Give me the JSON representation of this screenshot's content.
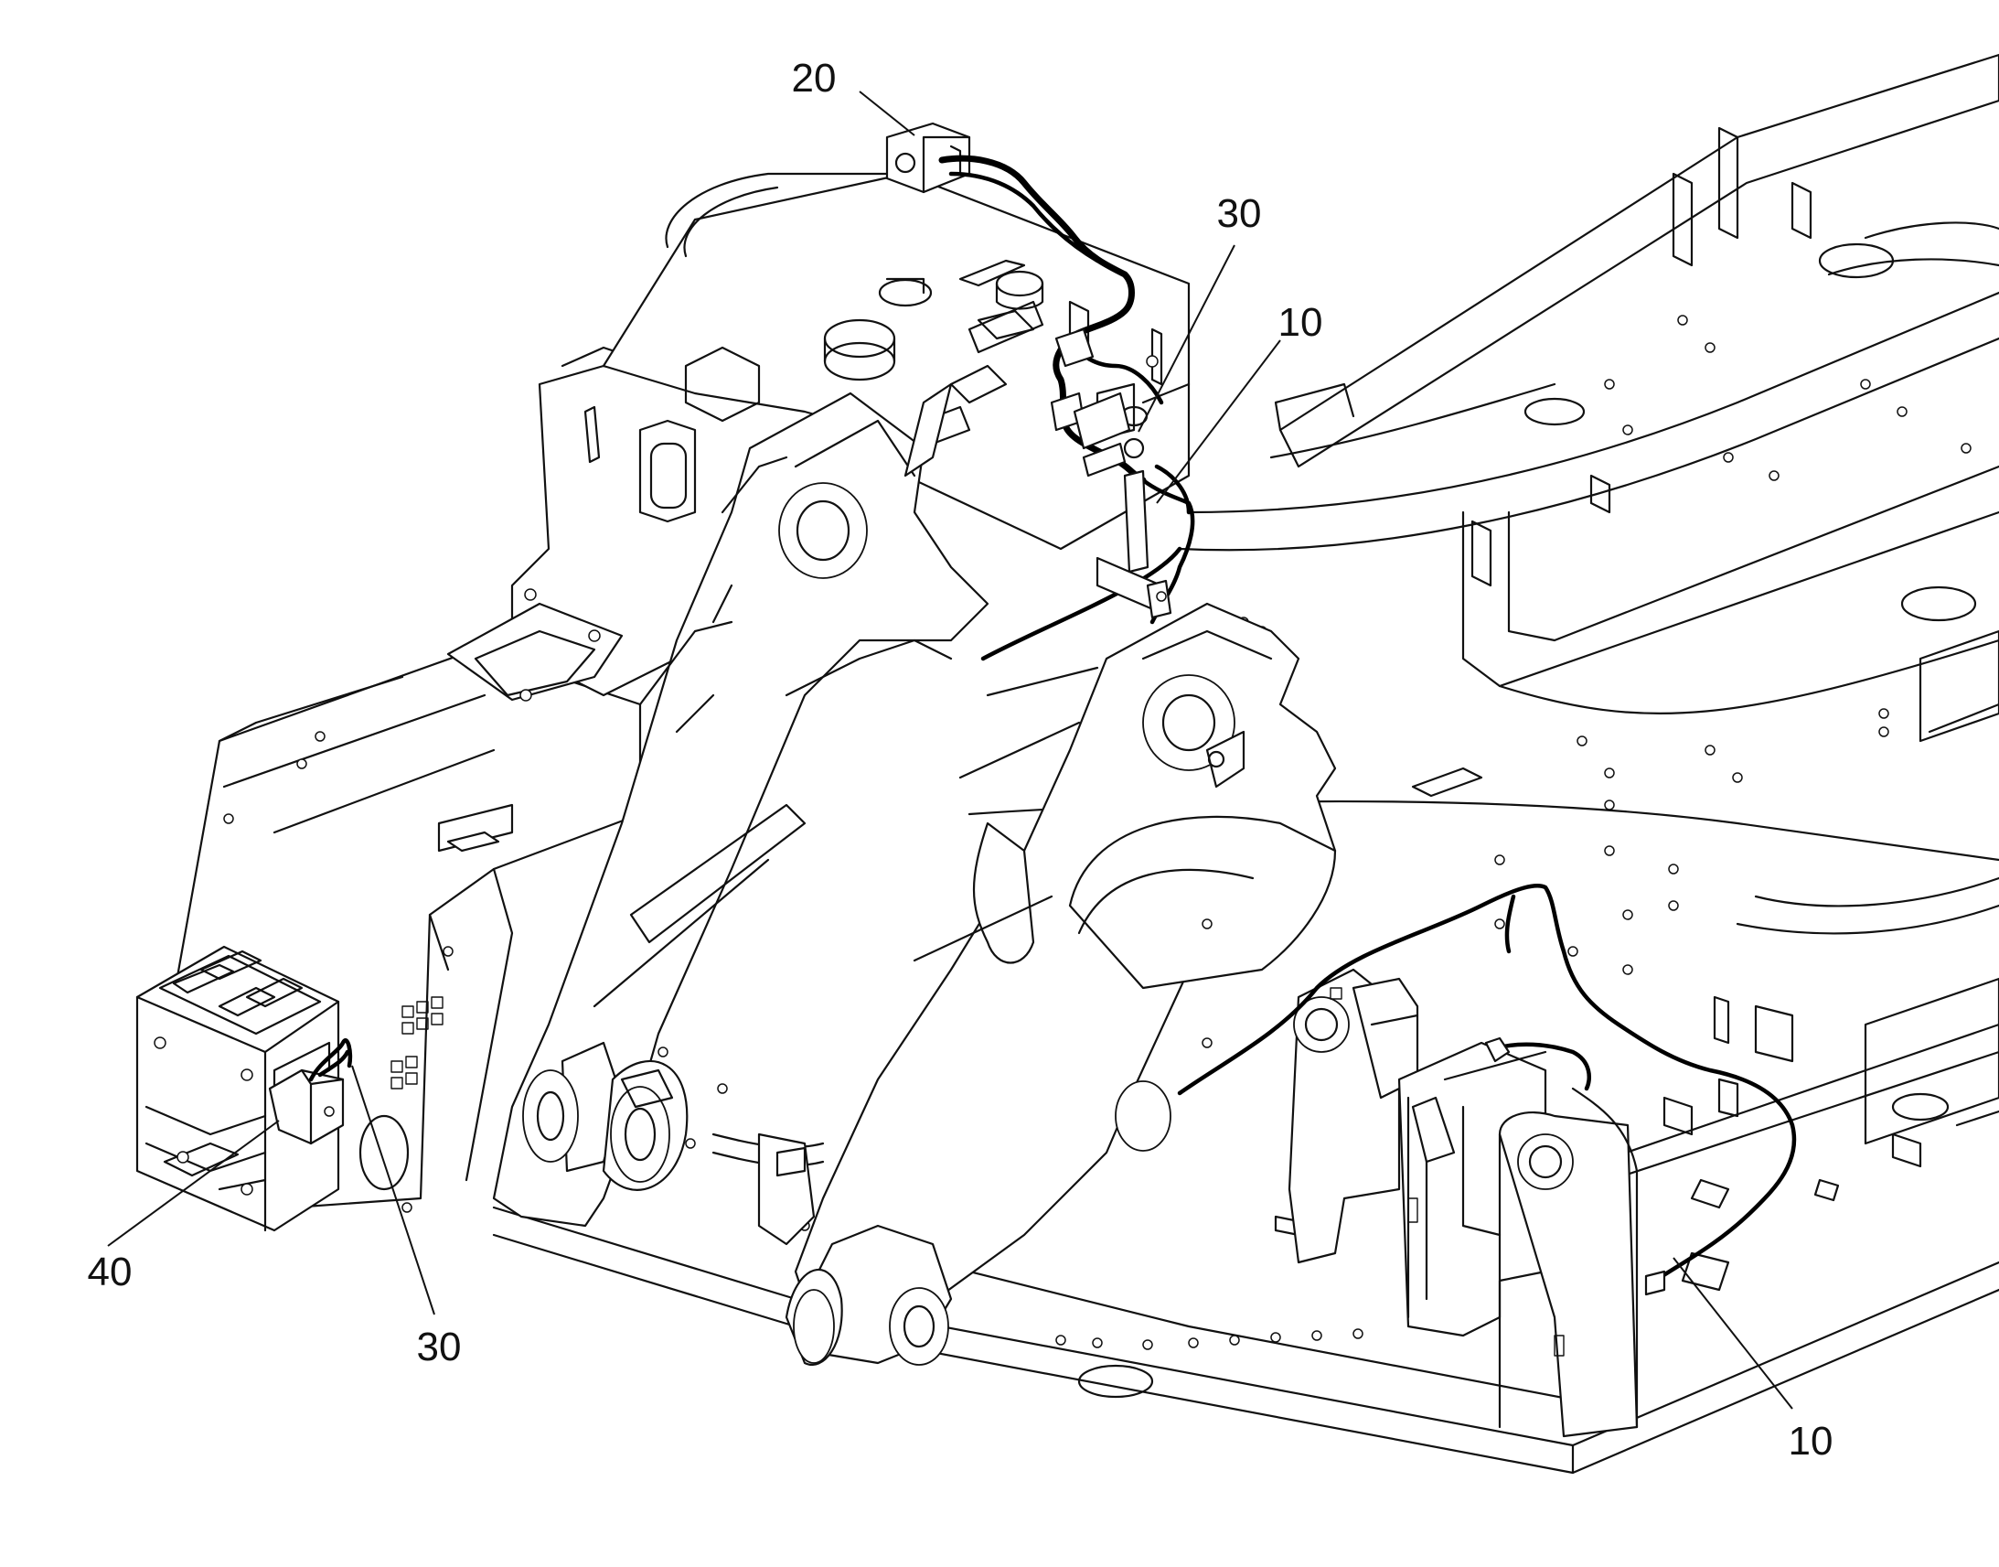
{
  "callouts": {
    "c20": "20",
    "c30_top": "30",
    "c10_top": "10",
    "c40": "40",
    "c30_bottom": "30",
    "c10_bottom": "10"
  },
  "colors": {
    "line": "#111111",
    "background": "#ffffff",
    "harness": "#000000"
  }
}
